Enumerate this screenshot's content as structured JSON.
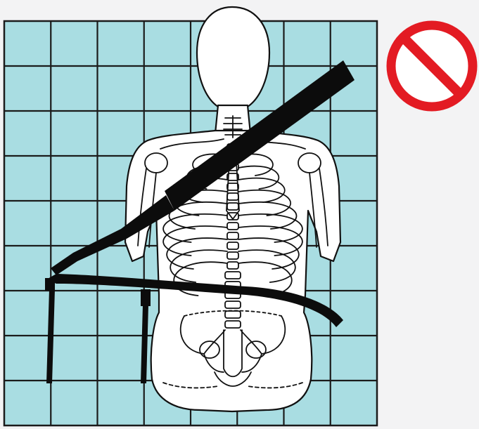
{
  "illustration": {
    "subject": "skeleton-torso",
    "restraint": "seat-belt",
    "belt_routing": "shoulder-belt-across-neck-incorrect",
    "grid": {
      "columns": 8,
      "rows": 9
    },
    "prohibition_symbol": true
  },
  "colors": {
    "page_background": "#f3f3f4",
    "grid_fill": "#a9dde2",
    "grid_line": "#1b1b1b",
    "figure_fill": "#ffffff",
    "outline": "#111111",
    "belt": "#0c0c0c",
    "prohibition_red": "#e31b23"
  },
  "icons": {
    "warning": "prohibition-icon"
  }
}
